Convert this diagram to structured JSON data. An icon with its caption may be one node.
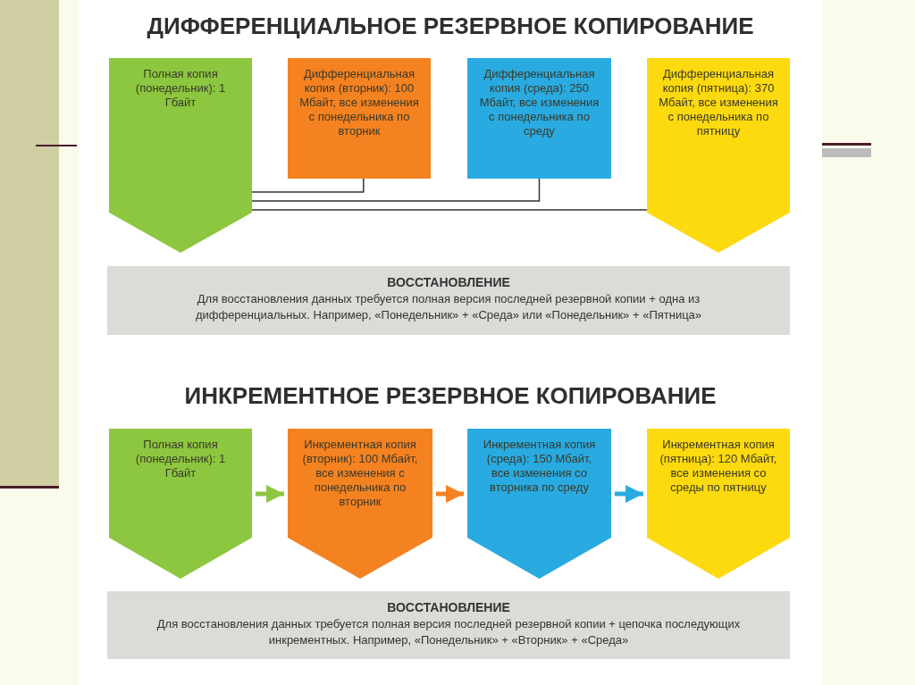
{
  "diagram": {
    "title": "ДИФФЕРЕНЦИАЛЬНОЕ РЕЗЕРВНОЕ КОПИРОВАНИЕ",
    "nodes": [
      {
        "text": [
          "Полная копия (понедельник): 1 Гбайт"
        ]
      },
      {
        "text": [
          "Дифференциальная копия (вторник): 100 Мбайт, все изменения с понедельника по вторник"
        ]
      },
      {
        "text": [
          "Дифференциальная копия (среда): 250 Мбайт, все изменения с понедельника по среду"
        ]
      },
      {
        "text": [
          "Дифференциальная копия (пятница): 370 Мбайт, все изменения с понедельника по пятницу"
        ]
      },
      {
        "text": [
          "ВОССТАНОВЛЕНИЕ",
          "Для восстановления данных требуется полная версия последней резервной копии + одна из дифференциальных. Например, «Понедельник» + «Среда» или «Понедельник» + «Пятница»"
        ]
      },
      {
        "text": [
          "Полная копия (понедельник): 1 Гбайт"
        ]
      },
      {
        "text": [
          "Инкрементная копия (вторник): 100 Мбайт, все изменения с понедельника по вторник"
        ]
      },
      {
        "text": [
          "Инкрементная копия (среда): 150 Мбайт, все изменения со вторника по среду"
        ]
      },
      {
        "text": [
          "Инкрементная копия (пятница): 120 Мбайт, все изменения со среды по пятницу"
        ]
      },
      {
        "text": [
          "ВОССТАНОВЛЕНИЕ",
          "Для восстановления данных требуется полная версия последней резервной копии + цепочка последующих инкрементных. Например, «Понедельник» + «Вторник» + «Среда»"
        ]
      }
    ],
    "edges": [
      {
        "from": 0,
        "to": 1,
        "arrow": "none"
      },
      {
        "from": 0,
        "to": 2,
        "arrow": "none"
      },
      {
        "from": 0,
        "to": 3,
        "arrow": "none"
      },
      {
        "from": 5,
        "to": 6,
        "arrow": "to",
        "color": "#8dc63f",
        "style": "thick"
      },
      {
        "from": 6,
        "to": 7,
        "arrow": "to",
        "color": "#f58220",
        "style": "thick"
      },
      {
        "from": 7,
        "to": 8,
        "arrow": "to",
        "color": "#29aae1",
        "style": "thick"
      }
    ],
    "labels": [
      "ИНКРЕМЕНТНОЕ РЕЗЕРВНОЕ КОПИРОВАНИЕ"
    ]
  }
}
